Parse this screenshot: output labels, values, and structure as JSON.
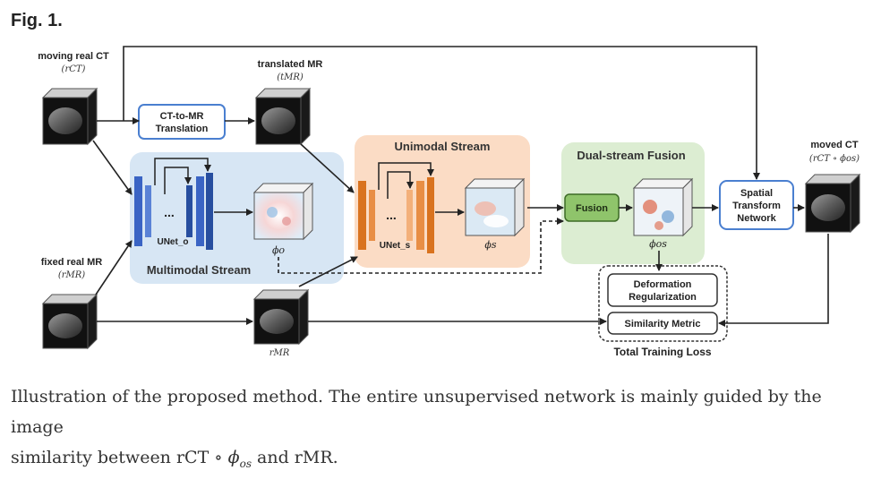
{
  "figure_label": "Fig. 1.",
  "inputs": {
    "moving": {
      "title": "moving real CT",
      "symbol": "(rCT)"
    },
    "translated": {
      "title": "translated MR",
      "symbol": "(tMR)"
    },
    "fixed": {
      "title": "fixed real MR",
      "symbol": "(rMR)"
    },
    "fixed_bottom_symbol": "rMR",
    "moved": {
      "title": "moved CT",
      "symbol": "(rCT ∘ ϕos)"
    }
  },
  "blocks": {
    "translation": [
      "CT-to-MR",
      "Translation"
    ],
    "multimodal_stream": "Multimodal Stream",
    "unimodal_stream": "Unimodal Stream",
    "fusion_region": "Dual-stream Fusion",
    "fusion": "Fusion",
    "stn": [
      "Spatial",
      "Transform",
      "Network"
    ],
    "deformation_reg": [
      "Deformation",
      "Regularization"
    ],
    "similarity_metric": "Similarity Metric",
    "total_loss": "Total Training Loss"
  },
  "networks": {
    "unet_o": "UNet_o",
    "unet_s": "UNet_s",
    "ellipsis": "..."
  },
  "fields": {
    "phi_o": "ϕo",
    "phi_s": "ϕs",
    "phi_os": "ϕos"
  },
  "caption": {
    "line1": "Illustration of the proposed method. The entire unsupervised network is mainly guided by the image",
    "pre": "similarity between rCT ∘ ",
    "phi": "ϕ",
    "sub": "os",
    "post": " and rMR."
  },
  "colors": {
    "multimodal_bg": "#d7e6f4",
    "unimodal_bg": "#fbdcc5",
    "fusion_bg": "#dcedd2",
    "unet_blue": "#3a64c4",
    "unet_orange": "#d9731f",
    "fusion_box": "#8fc46b",
    "box_border_blue": "#4a7fd0"
  }
}
